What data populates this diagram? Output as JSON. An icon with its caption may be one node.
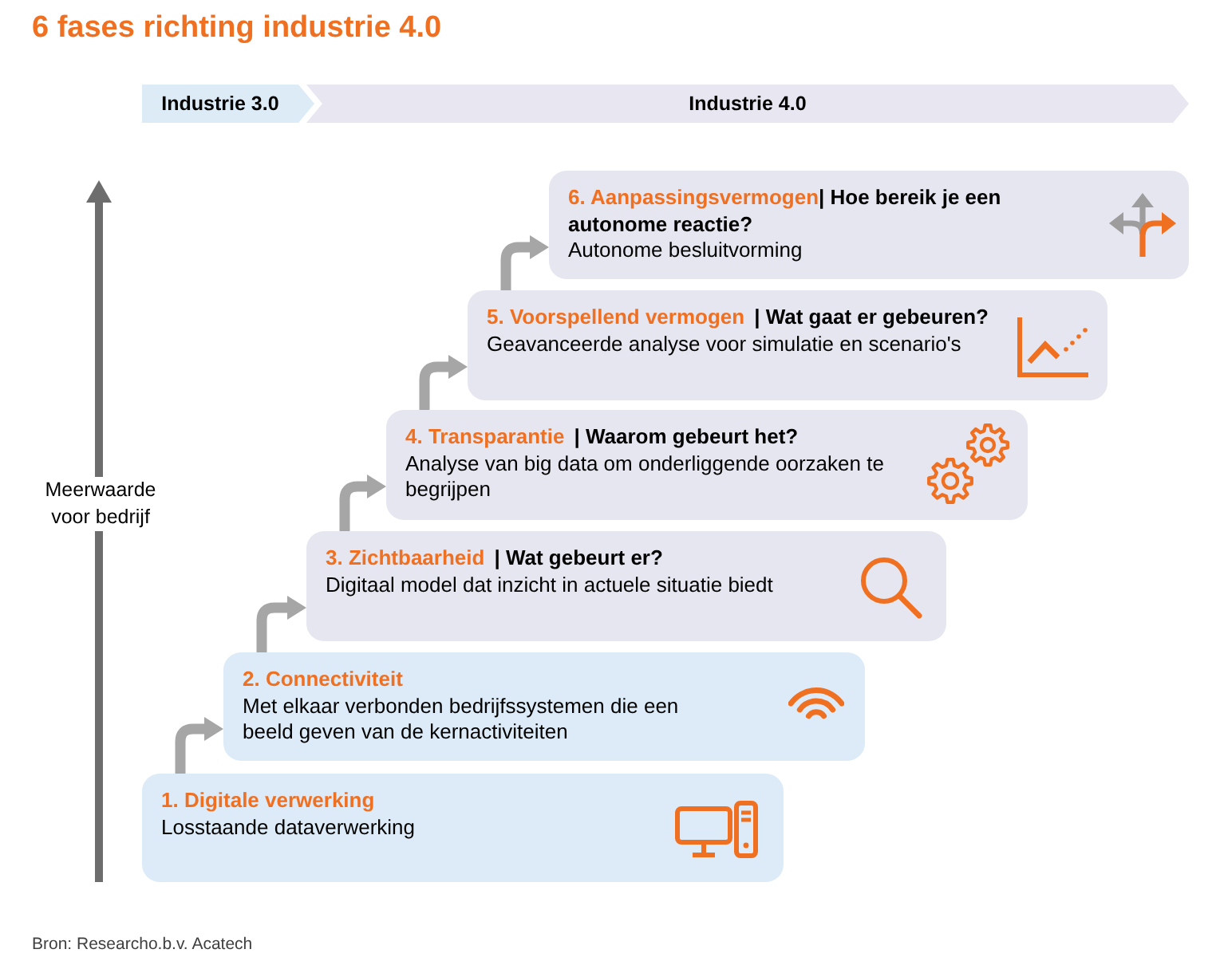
{
  "diagram": {
    "title": "6 fases richting industrie 4.0",
    "caption": "Bron: Researcho.b.v. Acatech",
    "nodes": [
      {
        "text": [
          "Industrie 3.0"
        ]
      },
      {
        "text": [
          "Industrie 4.0"
        ]
      },
      {
        "text": [
          "1. Digitale verwerking",
          "Losstaande dataverwerking"
        ]
      },
      {
        "text": [
          "2. Connectiviteit",
          "Met elkaar verbonden bedrijfssystemen die een beeld geven van de kernactiviteiten"
        ]
      },
      {
        "text": [
          "3. Zichtbaarheid",
          "| Wat gebeurt er?",
          "Digitaal model dat inzicht in actuele situatie biedt"
        ]
      },
      {
        "text": [
          "4. Transparantie",
          "| Waarom gebeurt het?",
          "Analyse van big data om onderliggende oorzaken te begrijpen"
        ]
      },
      {
        "text": [
          "5. Voorspellend vermogen",
          "| Wat gaat er gebeuren?",
          "Geavanceerde analyse voor simulatie en scenario's"
        ]
      },
      {
        "text": [
          "6. Aanpassingsvermogen",
          "| Hoe bereik je een autonome reactie?",
          "Autonome besluitvorming"
        ]
      }
    ],
    "edges": [
      {
        "from": 2,
        "to": 3,
        "arrow": "to"
      },
      {
        "from": 3,
        "to": 4,
        "arrow": "to"
      },
      {
        "from": 4,
        "to": 5,
        "arrow": "to"
      },
      {
        "from": 5,
        "to": 6,
        "arrow": "to"
      },
      {
        "from": 6,
        "to": 7,
        "arrow": "to"
      }
    ],
    "labels": [
      "Meerwaarde voor bedrijf"
    ]
  }
}
